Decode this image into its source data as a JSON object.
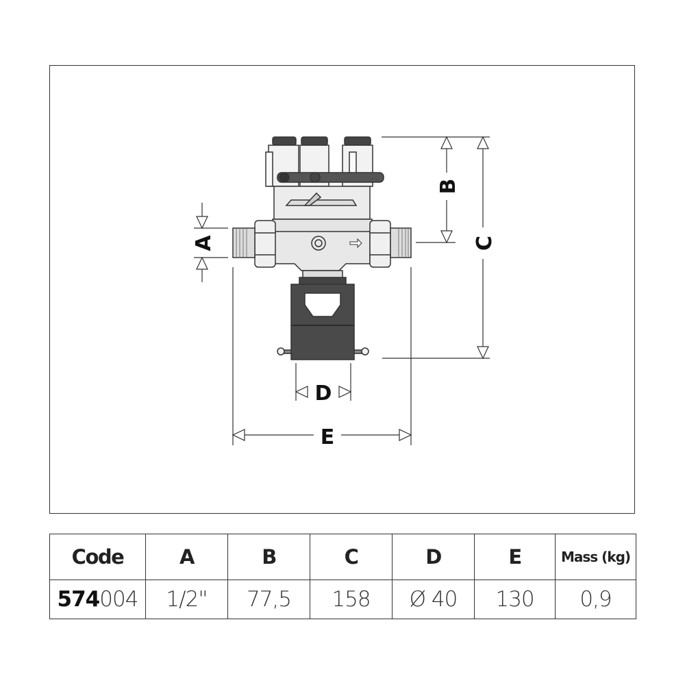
{
  "diagram": {
    "dimension_labels": {
      "A": "A",
      "B": "B",
      "C": "C",
      "D": "D",
      "E": "E"
    },
    "colors": {
      "line": "#333333",
      "body": "#e8e8e8",
      "dark": "#4a4a4a"
    }
  },
  "table": {
    "headers": [
      "Code",
      "A",
      "B",
      "C",
      "D",
      "E",
      "Mass (kg)"
    ],
    "rows": [
      {
        "code_prefix": "574",
        "code_suffix": "004",
        "A": "1/2\"",
        "B": "77,5",
        "C": "158",
        "D": "Ø 40",
        "E": "130",
        "mass": "0,9"
      }
    ]
  }
}
